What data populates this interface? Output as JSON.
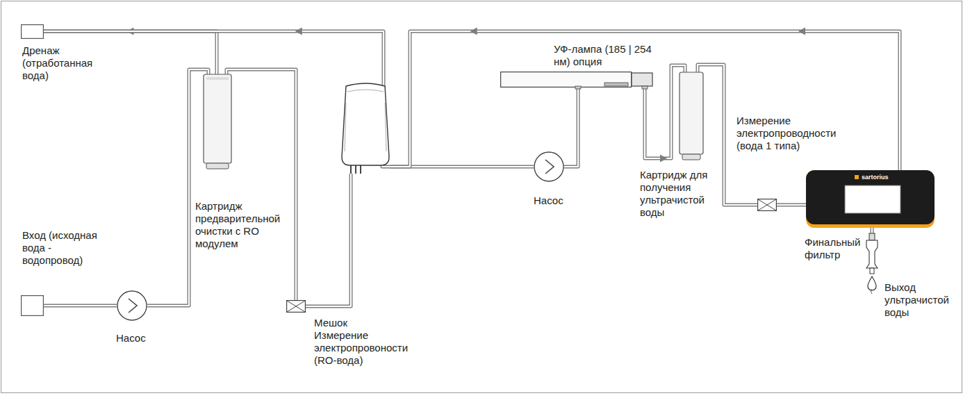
{
  "diagram": {
    "nodes": [
      {
        "text": [
          "Дренаж (отработанная вода)"
        ]
      },
      {
        "text": [
          "Вход (исходная вода - водопровод)"
        ]
      },
      {
        "text": [
          "Насос"
        ]
      },
      {
        "text": [
          "Картридж предварительной очистки с RO модулем"
        ]
      },
      {
        "text": [
          "Измерение электропровоности (RO-вода)"
        ]
      },
      {
        "text": [
          "Мешок"
        ]
      },
      {
        "text": [
          "Насос"
        ]
      },
      {
        "text": [
          "УФ-лампа (185 | 254 нм) опция"
        ]
      },
      {
        "text": [
          "Картридж для получения ультрачистой воды"
        ]
      },
      {
        "text": [
          "Измерение электропроводности (вода 1 типа)"
        ]
      },
      {
        "text": [
          "sartorius"
        ]
      },
      {
        "text": [
          "Финальный фильтр"
        ]
      }
    ],
    "edges": [
      {
        "from": 1,
        "to": 2,
        "arrow": "none"
      },
      {
        "from": 2,
        "to": 3,
        "arrow": "none"
      },
      {
        "from": 3,
        "to": 0,
        "arrow": "to"
      },
      {
        "from": 3,
        "to": 4,
        "arrow": "none"
      },
      {
        "from": 4,
        "to": 5,
        "arrow": "none"
      },
      {
        "from": 5,
        "to": 0,
        "arrow": "to"
      },
      {
        "from": 5,
        "to": 6,
        "arrow": "none"
      },
      {
        "from": 6,
        "to": 7,
        "arrow": "none"
      },
      {
        "from": 7,
        "to": 8,
        "arrow": "to"
      },
      {
        "from": 8,
        "to": 9,
        "arrow": "none"
      },
      {
        "from": 9,
        "to": 10,
        "arrow": "none"
      },
      {
        "from": 10,
        "to": 5,
        "arrow": "to"
      },
      {
        "from": 10,
        "to": 11,
        "arrow": "none"
      }
    ],
    "labels": [
      "Выход ультрачистой воды"
    ]
  }
}
